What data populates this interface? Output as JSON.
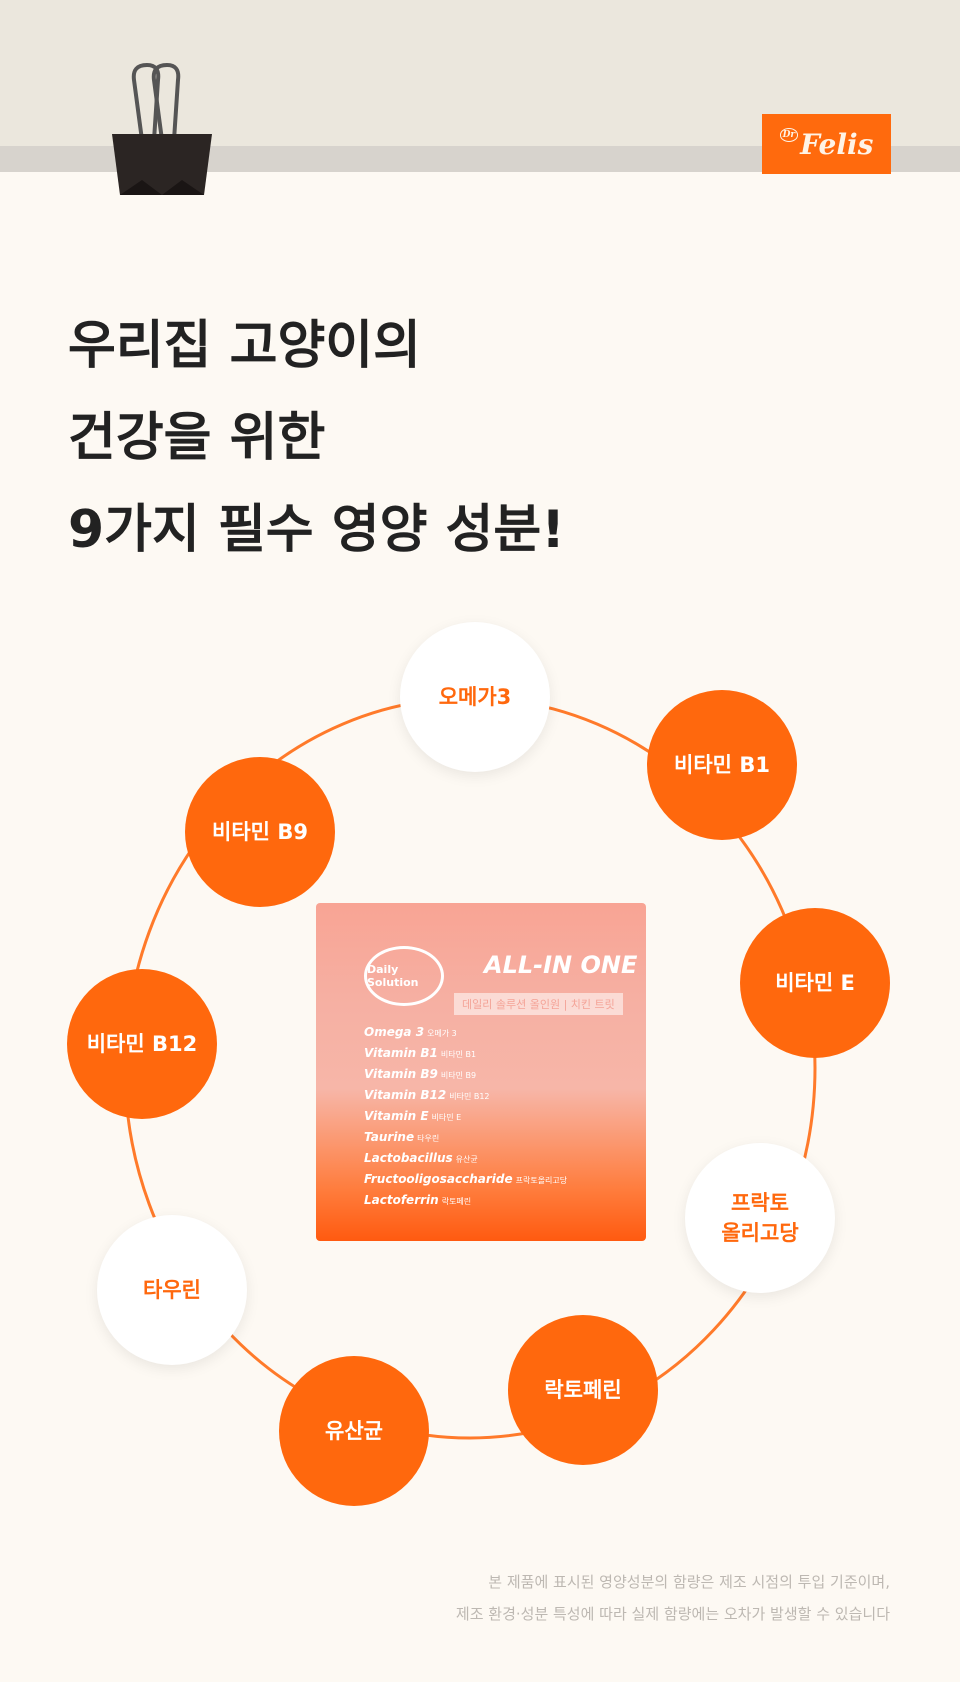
{
  "brand": {
    "logo_prefix": "Dr",
    "logo": "Felis"
  },
  "headline": [
    "우리집 고양이의",
    "건강을 위한",
    "9가지 필수 영양 성분!"
  ],
  "nutrients": [
    {
      "label": "오메가3",
      "style": "white"
    },
    {
      "label": "비타민 B1",
      "style": "orange"
    },
    {
      "label": "비타민 E",
      "style": "orange"
    },
    {
      "label": "프락토\n올리고당",
      "style": "white"
    },
    {
      "label": "락토페린",
      "style": "orange"
    },
    {
      "label": "유산균",
      "style": "orange"
    },
    {
      "label": "타우린",
      "style": "white"
    },
    {
      "label": "비타민 B12",
      "style": "orange"
    },
    {
      "label": "비타민 B9",
      "style": "orange"
    }
  ],
  "sachet": {
    "seal": "Daily Solution",
    "product": "ALL-IN ONE",
    "subtitle": "데일리 솔루션 올인원 | 치킨 트릿",
    "items": [
      {
        "en": "Omega 3",
        "ko": "오메가 3"
      },
      {
        "en": "Vitamin B1",
        "ko": "비타민 B1"
      },
      {
        "en": "Vitamin B9",
        "ko": "비타민 B9"
      },
      {
        "en": "Vitamin B12",
        "ko": "비타민 B12"
      },
      {
        "en": "Vitamin E",
        "ko": "비타민 E"
      },
      {
        "en": "Taurine",
        "ko": "타우린"
      },
      {
        "en": "Lactobacillus",
        "ko": "유산균"
      },
      {
        "en": "Fructooligosaccharide",
        "ko": "프락토올리고당"
      },
      {
        "en": "Lactoferrin",
        "ko": "락토페린"
      }
    ]
  },
  "note": [
    "본 제품에 표시된 영양성분의 함량은 제조 시점의 투입 기준이며,",
    "제조 환경·성분 특성에 따라 실제 함량에는 오차가 발생할 수 있습니다"
  ],
  "colors": {
    "accent": "#ff680d",
    "background": "#fdf9f3"
  }
}
